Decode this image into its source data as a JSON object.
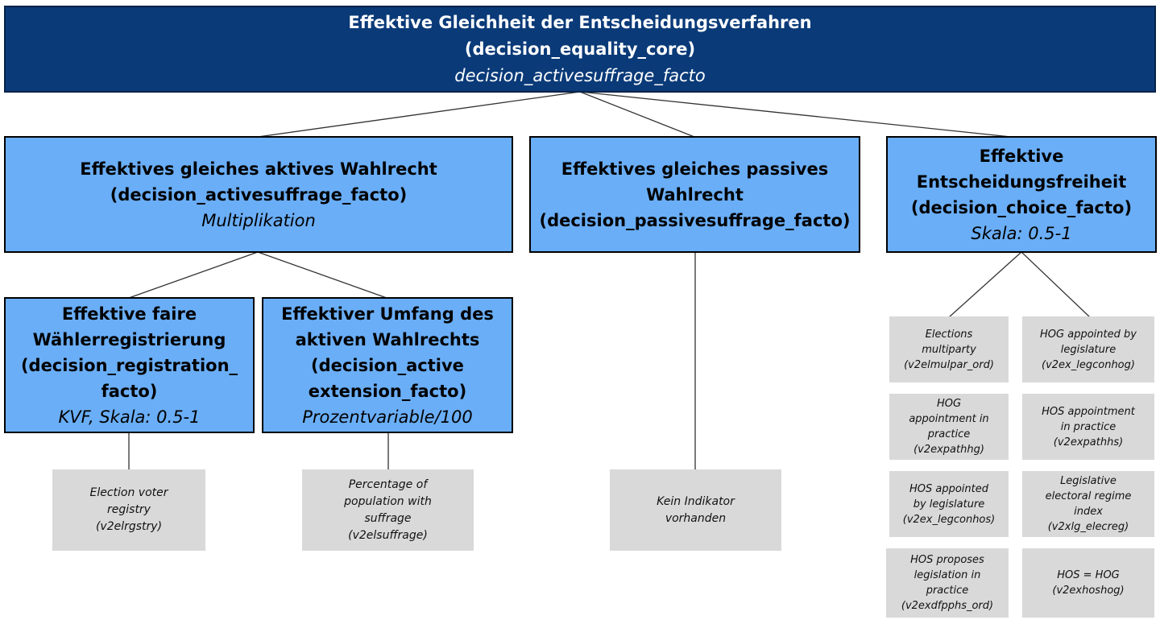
{
  "root": {
    "title": "Effektive Gleichheit der Entscheidungsverfahren\n(decision_equality_core)",
    "subtitle": "decision_activesuffrage_facto"
  },
  "level1": [
    {
      "title": "Effektives gleiches aktives Wahlrecht\n(decision_activesuffrage_facto)",
      "subtitle": "Multiplikation"
    },
    {
      "title": "Effektives gleiches passives\nWahlrecht\n(decision_passivesuffrage_facto)",
      "subtitle": ""
    },
    {
      "title": "Effektive\nEntscheidungsfreiheit\n(decision_choice_facto)",
      "subtitle": "Skala: 0.5-1"
    }
  ],
  "level2": [
    {
      "title": "Effektive faire\nWählerregistrierung\n(decision_registration_\nfacto)",
      "subtitle": "KVF, Skala: 0.5-1"
    },
    {
      "title": "Effektiver Umfang des\naktiven Wahlrechts\n(decision_active\nextension_facto)",
      "subtitle": "Prozentvariable/100"
    }
  ],
  "indicators": {
    "registration": "Election voter\nregistry\n(v2elrgstry)",
    "extension": "Percentage of\npopulation with\nsuffrage\n(v2elsuffrage)",
    "passive": "Kein Indikator\nvorhanden",
    "choice": [
      "Elections\nmultiparty\n(v2elmulpar_ord)",
      "HOG appointed by\nlegislature\n(v2ex_legconhog)",
      "HOG\nappointment in\npractice\n(v2expathhg)",
      "HOS appointment\nin practice\n(v2expathhs)",
      "HOS appointed\nby legislature\n(v2ex_legconhos)",
      "Legislative\nelectoral regime\nindex\n(v2xlg_elecreg)",
      "HOS proposes\nlegislation in\npractice\n(v2exdfpphs_ord)",
      "HOS = HOG\n(v2exhoshog)"
    ]
  },
  "colors": {
    "root_fill": "#0a3a78",
    "level_fill": "#6aaef7",
    "indicator_fill": "#d9d9d9"
  }
}
